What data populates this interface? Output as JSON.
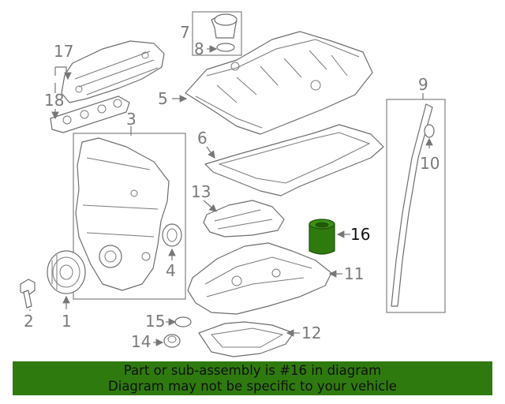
{
  "diagram": {
    "callouts": {
      "c1": "1",
      "c2": "2",
      "c3": "3",
      "c4": "4",
      "c5": "5",
      "c6": "6",
      "c7": "7",
      "c8": "8",
      "c9": "9",
      "c10": "10",
      "c11": "11",
      "c12": "12",
      "c13": "13",
      "c14": "14",
      "c15": "15",
      "c16": "16",
      "c17": "17",
      "c18": "18"
    },
    "highlight_part": "16",
    "colors": {
      "highlight_fill": "#2f7a0f",
      "line": "#6e6e6e",
      "callout_text": "#7a7a7a"
    }
  },
  "footer": {
    "line1": "Part or sub-assembly is #16 in diagram",
    "line2": "Diagram may not be specific to your vehicle",
    "background": "#2f7a0f"
  }
}
